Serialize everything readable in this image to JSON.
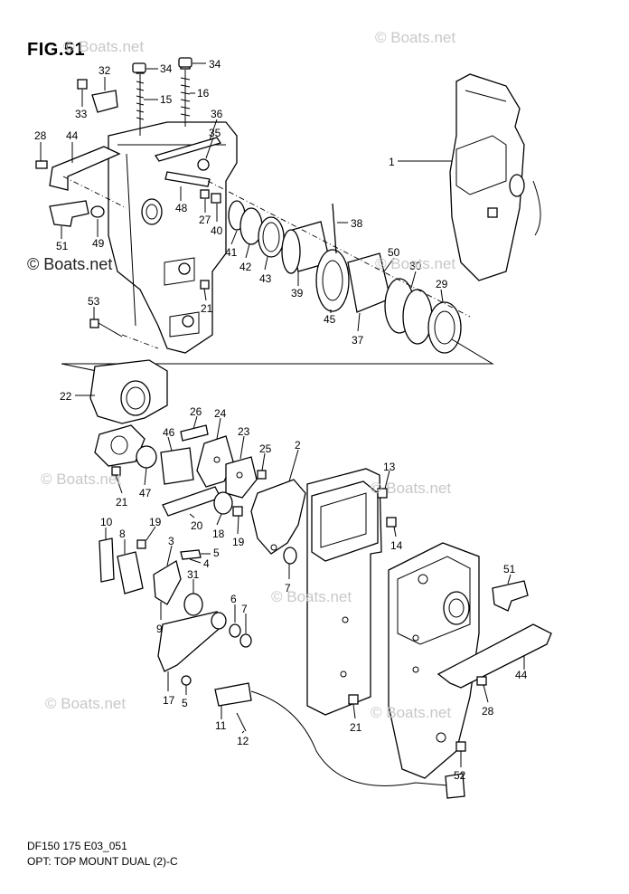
{
  "figure": {
    "title": "FIG.51",
    "footer_line1": "DF150 175 E03_051",
    "footer_line2": "OPT: TOP MOUNT DUAL (2)-C"
  },
  "watermarks": [
    "© Boats.net",
    "© Boats.net",
    "© Boats.net",
    "© Boats.net",
    "© Boats.net",
    "© Boats.net",
    "© Boats.net",
    "© Boats.net",
    "© Boats.net"
  ],
  "callouts": [
    {
      "id": "32"
    },
    {
      "id": "34"
    },
    {
      "id": "34"
    },
    {
      "id": "33"
    },
    {
      "id": "15"
    },
    {
      "id": "16"
    },
    {
      "id": "36"
    },
    {
      "id": "28"
    },
    {
      "id": "44"
    },
    {
      "id": "35"
    },
    {
      "id": "1"
    },
    {
      "id": "48"
    },
    {
      "id": "27"
    },
    {
      "id": "40"
    },
    {
      "id": "38"
    },
    {
      "id": "51"
    },
    {
      "id": "49"
    },
    {
      "id": "41"
    },
    {
      "id": "42"
    },
    {
      "id": "43"
    },
    {
      "id": "50"
    },
    {
      "id": "30"
    },
    {
      "id": "39"
    },
    {
      "id": "29"
    },
    {
      "id": "21"
    },
    {
      "id": "53"
    },
    {
      "id": "45"
    },
    {
      "id": "37"
    },
    {
      "id": "22"
    },
    {
      "id": "26"
    },
    {
      "id": "24"
    },
    {
      "id": "46"
    },
    {
      "id": "23"
    },
    {
      "id": "25"
    },
    {
      "id": "2"
    },
    {
      "id": "13"
    },
    {
      "id": "21"
    },
    {
      "id": "47"
    },
    {
      "id": "20"
    },
    {
      "id": "10"
    },
    {
      "id": "19"
    },
    {
      "id": "18"
    },
    {
      "id": "19"
    },
    {
      "id": "14"
    },
    {
      "id": "8"
    },
    {
      "id": "3"
    },
    {
      "id": "5"
    },
    {
      "id": "4"
    },
    {
      "id": "31"
    },
    {
      "id": "7"
    },
    {
      "id": "51"
    },
    {
      "id": "9"
    },
    {
      "id": "6"
    },
    {
      "id": "7"
    },
    {
      "id": "44"
    },
    {
      "id": "17"
    },
    {
      "id": "5"
    },
    {
      "id": "28"
    },
    {
      "id": "11"
    },
    {
      "id": "12"
    },
    {
      "id": "21"
    },
    {
      "id": "52"
    }
  ]
}
